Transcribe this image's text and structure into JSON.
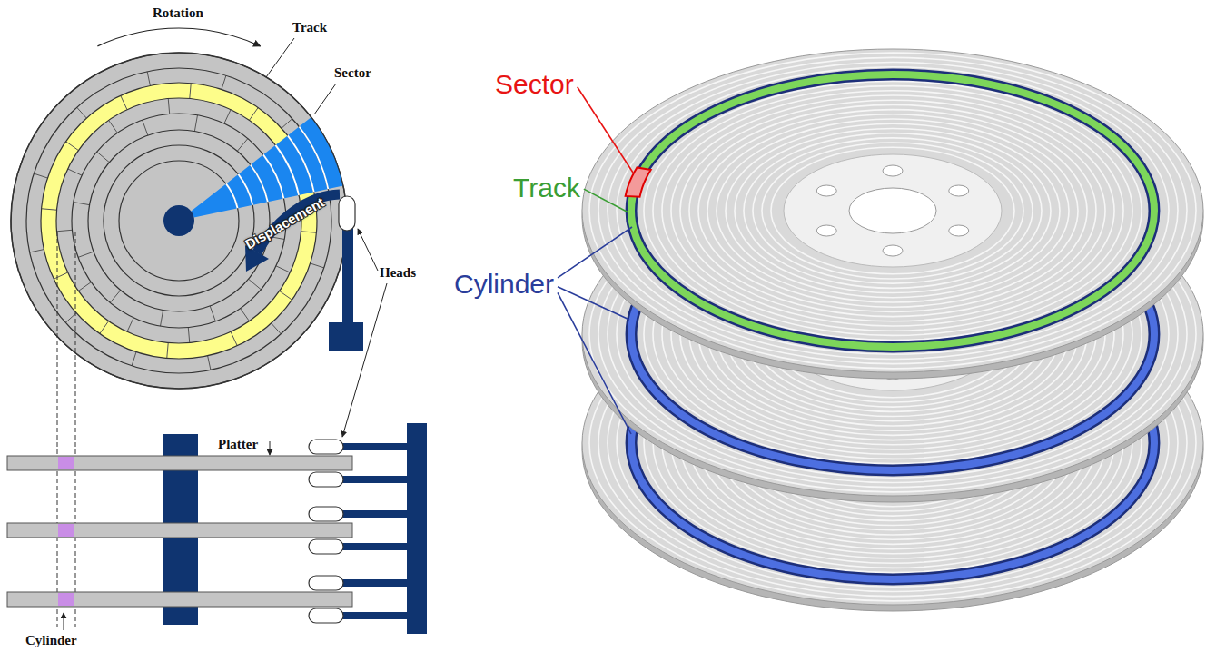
{
  "diagram": {
    "labels": [
      "Rotation",
      "Track",
      "Sector",
      "Displacement",
      "Heads",
      "Platter",
      "Cylinder",
      "Sector",
      "Track",
      "Cylinder"
    ]
  }
}
